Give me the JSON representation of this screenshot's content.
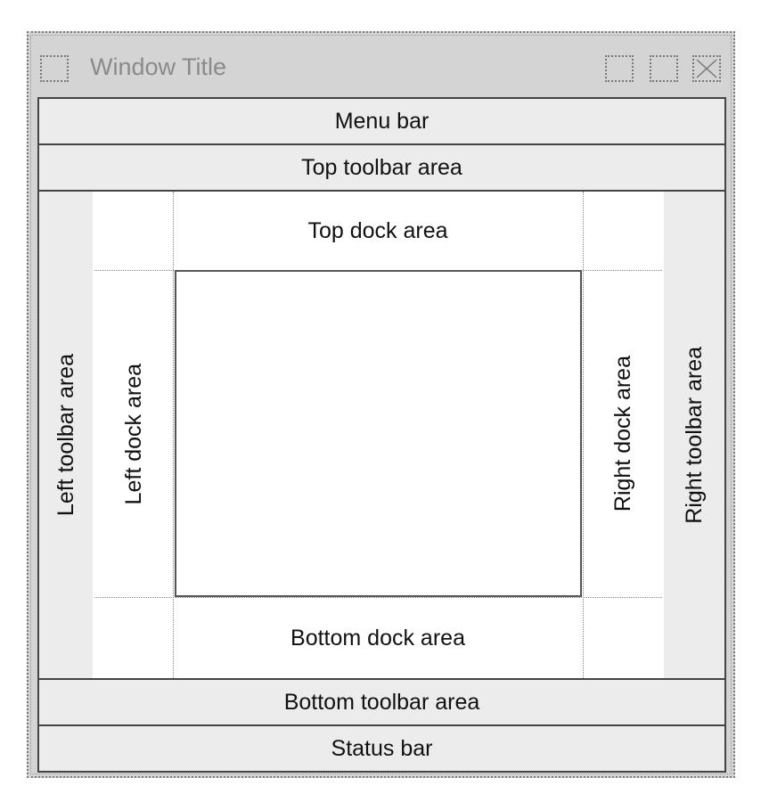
{
  "window": {
    "title": "Window Title"
  },
  "areas": {
    "menu_bar": "Menu bar",
    "top_toolbar": "Top toolbar area",
    "left_toolbar": "Left toolbar area",
    "right_toolbar": "Right toolbar area",
    "top_dock": "Top dock area",
    "left_dock": "Left dock area",
    "right_dock": "Right dock area",
    "bottom_dock": "Bottom dock area",
    "bottom_toolbar": "Bottom toolbar area",
    "status_bar": "Status bar"
  },
  "icons": {
    "window_menu": "window-menu-icon",
    "minimize": "minimize-icon",
    "maximize": "maximize-icon",
    "close": "close-icon"
  },
  "colors": {
    "frame": "#d4d4d4",
    "toolbar_fill": "#ececec",
    "dock_fill": "#ffffff",
    "border": "#444444"
  }
}
